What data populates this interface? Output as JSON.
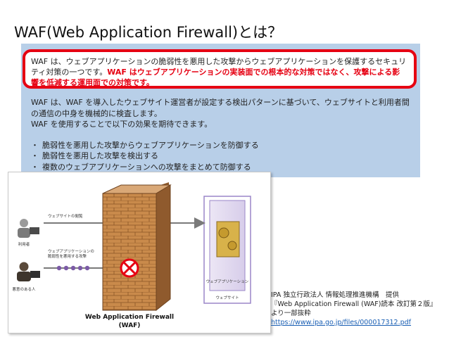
{
  "page": {
    "title": "WAF(Web Application Firewall)とは？"
  },
  "highlight": {
    "text_normal": "WAF は、ウェブアプリケーションの脆弱性を悪用した攻撃からウェブアプリケーションを保護するセキュリティ対策の一つです。",
    "text_red": "WAF はウェブアプリケーションの実装面での根本的な対策ではなく、攻撃による影響を低減する運用面での対策です。",
    "border_color": "#e60012"
  },
  "panel": {
    "paragraph1": "WAF は、WAF を導入したウェブサイト運営者が設定する検出パターンに基づいて、ウェブサイトと利用者間の通信の中身を機械的に検査します。",
    "paragraph2": "WAF を使用することで以下の効果を期待できます。",
    "bullets": [
      "脆弱性を悪用した攻撃からウェブアプリケーションを防御する",
      "脆弱性を悪用した攻撃を検出する",
      "複数のウェブアプリケーションへの攻撃をまとめて防御する"
    ],
    "bullet_symbol": "・",
    "background_color": "#b8cfe8"
  },
  "figure": {
    "arrow_label_top": "ウェブサイトの閲覧",
    "arrow_label_attack": "ウェブアプリケーションの脆弱性を悪用する攻撃",
    "arrow_label_attack_lines": [
      "ウェブアプリケーションの",
      "脆弱性を悪用する攻撃"
    ],
    "user_label": "利用者",
    "attacker_label": "悪意のある人",
    "app_label": "ウェブアプリケーション",
    "site_label": "ウェブサイト",
    "firewall_label_line1": "Web Application Firewall",
    "firewall_label_line2": "(WAF)"
  },
  "citation": {
    "line1": "IPA 独立行政法人 情報処理推進機構　提供",
    "line2": "『Web Application Firewall (WAF)読本 改訂第２版』",
    "line3": "より一部抜粋",
    "url": "https://www.ipa.go.jp/files/000017312.pdf"
  }
}
